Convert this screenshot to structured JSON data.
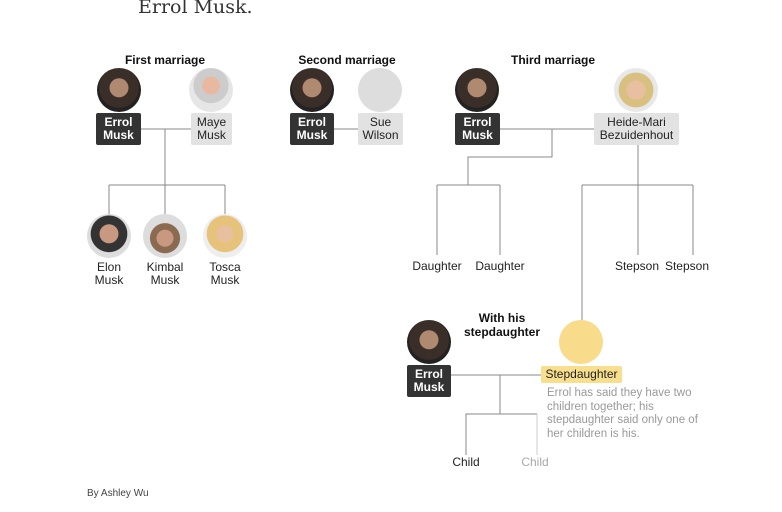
{
  "title": "Errol Musk.",
  "first_marriage": {
    "heading": "First marriage",
    "father": "Errol\nMusk",
    "mother": "Maye\nMusk",
    "children": [
      "Elon\nMusk",
      "Kimbal\nMusk",
      "Tosca\nMusk"
    ]
  },
  "second_marriage": {
    "heading": "Second marriage",
    "father": "Errol\nMusk",
    "mother": "Sue\nWilson"
  },
  "third_marriage": {
    "heading": "Third marriage",
    "father": "Errol\nMusk",
    "mother": "Heide-Mari\nBezuidenhout",
    "daughters": [
      "Daughter",
      "Daughter"
    ],
    "stepsons": [
      "Stepson",
      "Stepson"
    ]
  },
  "stepdaughter_relation": {
    "heading": "With his\nstepdaughter",
    "father": "Errol\nMusk",
    "partner": "Stepdaughter",
    "note": "Errol has said they have two children together; his stepdaughter said only one of her children is his.",
    "children": [
      "Child",
      "Child"
    ]
  },
  "byline": "By Ashley Wu",
  "colors": {
    "dark": "#333333",
    "light": "#e2e2e2",
    "highlight": "#f8df8e",
    "line": "#888888"
  }
}
